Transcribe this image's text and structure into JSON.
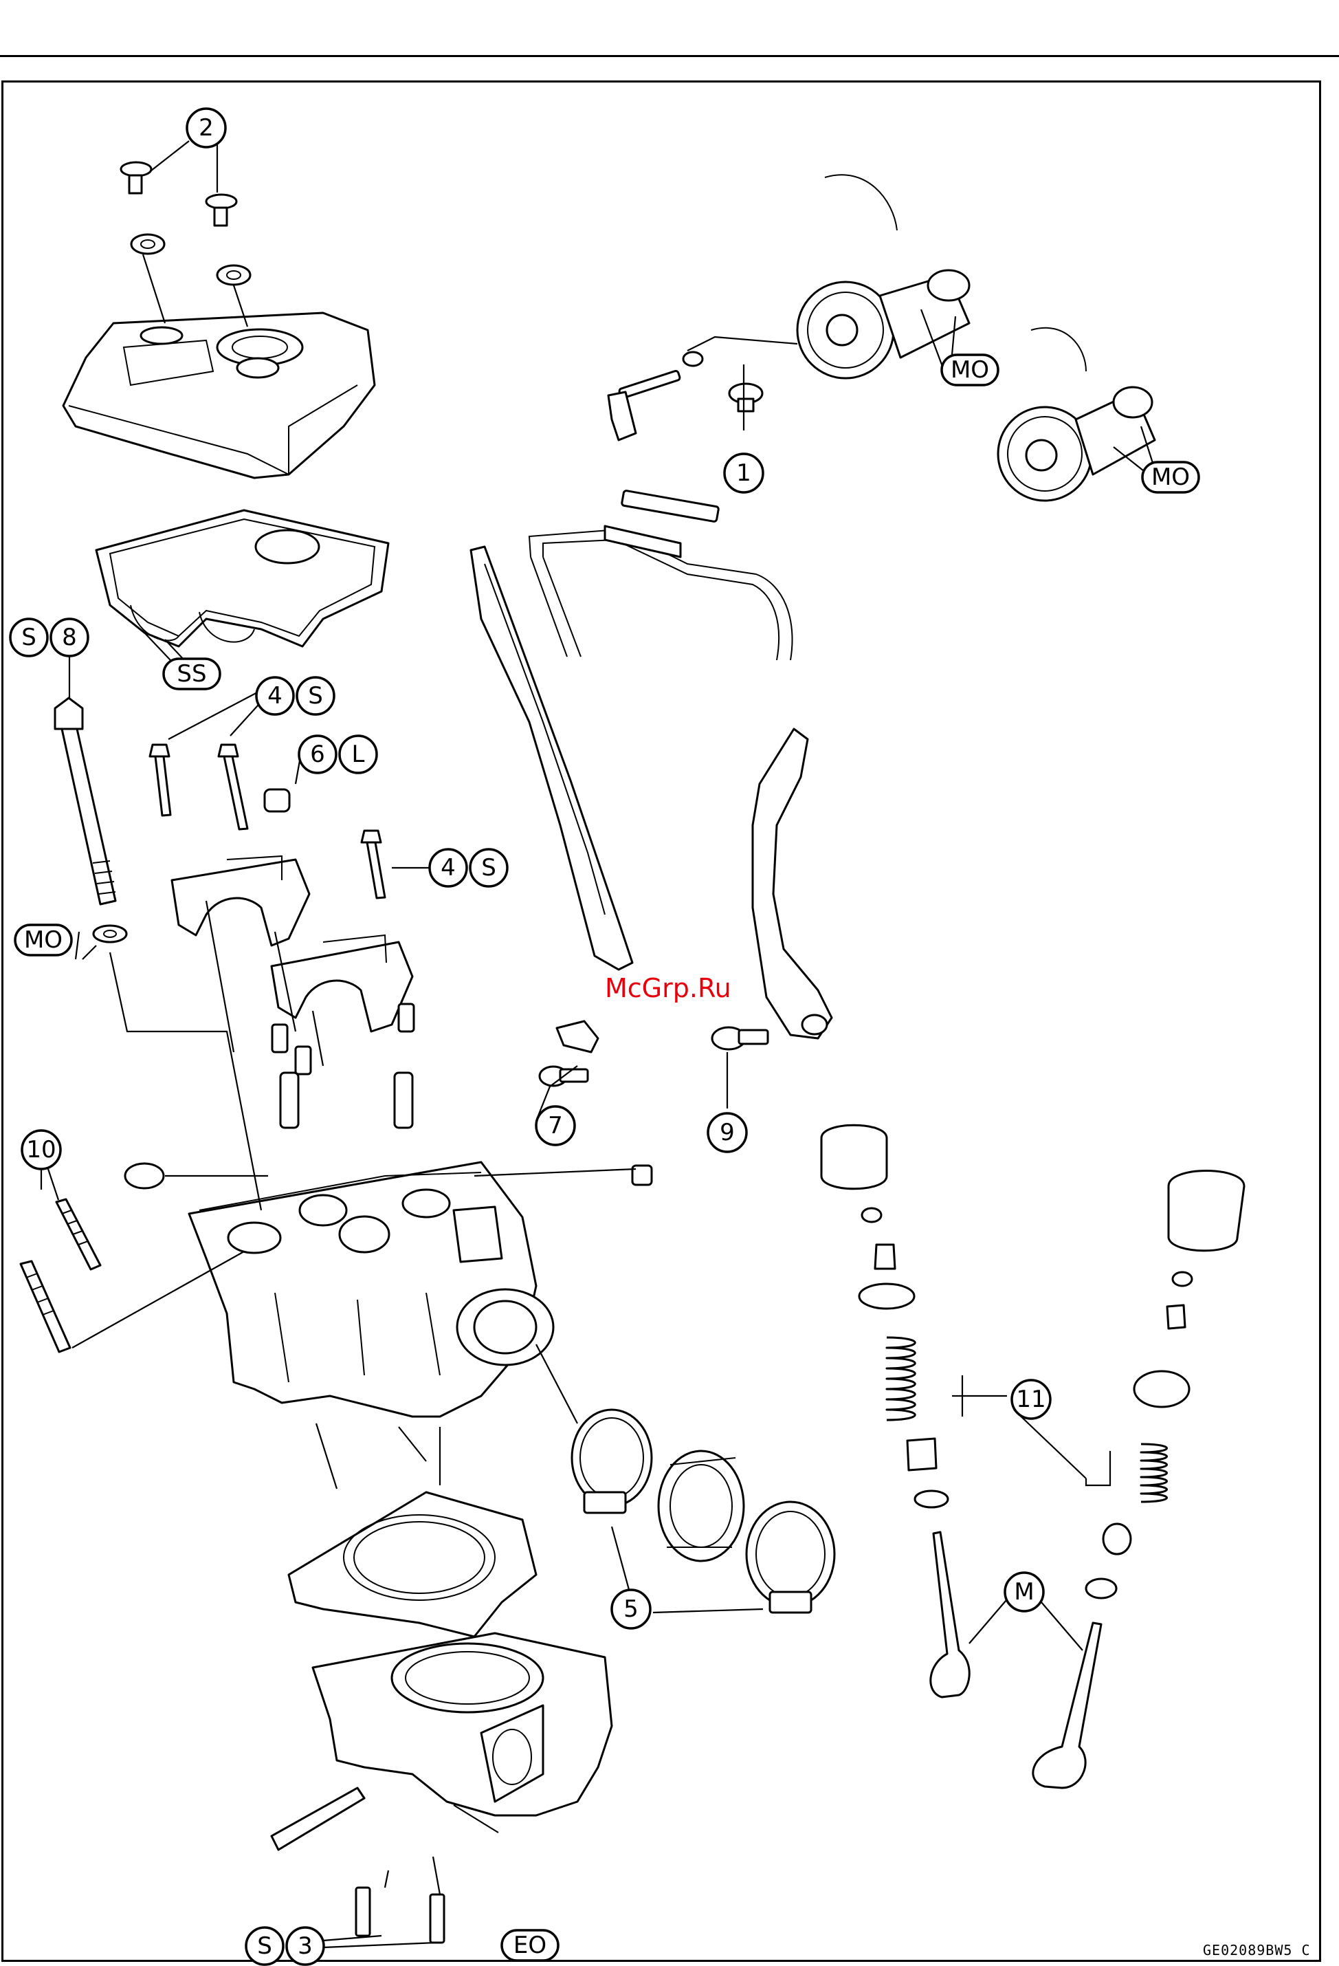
{
  "watermark": "McGrp.Ru",
  "figure_code": "GE02089BW5 C",
  "callouts": {
    "c1": "1",
    "c2": "2",
    "c3_s": "S",
    "c3_n": "3",
    "c4a_n": "4",
    "c4a_s": "S",
    "c4b_n": "4",
    "c4b_s": "S",
    "c5": "5",
    "c6_n": "6",
    "c6_l": "L",
    "c7": "7",
    "c8_s": "S",
    "c8_n": "8",
    "c9": "9",
    "c10": "10",
    "c11": "11",
    "mo_cam1": "MO",
    "mo_cam2": "MO",
    "mo_washer": "MO",
    "ss": "SS",
    "m": "M",
    "eo": "EO"
  }
}
